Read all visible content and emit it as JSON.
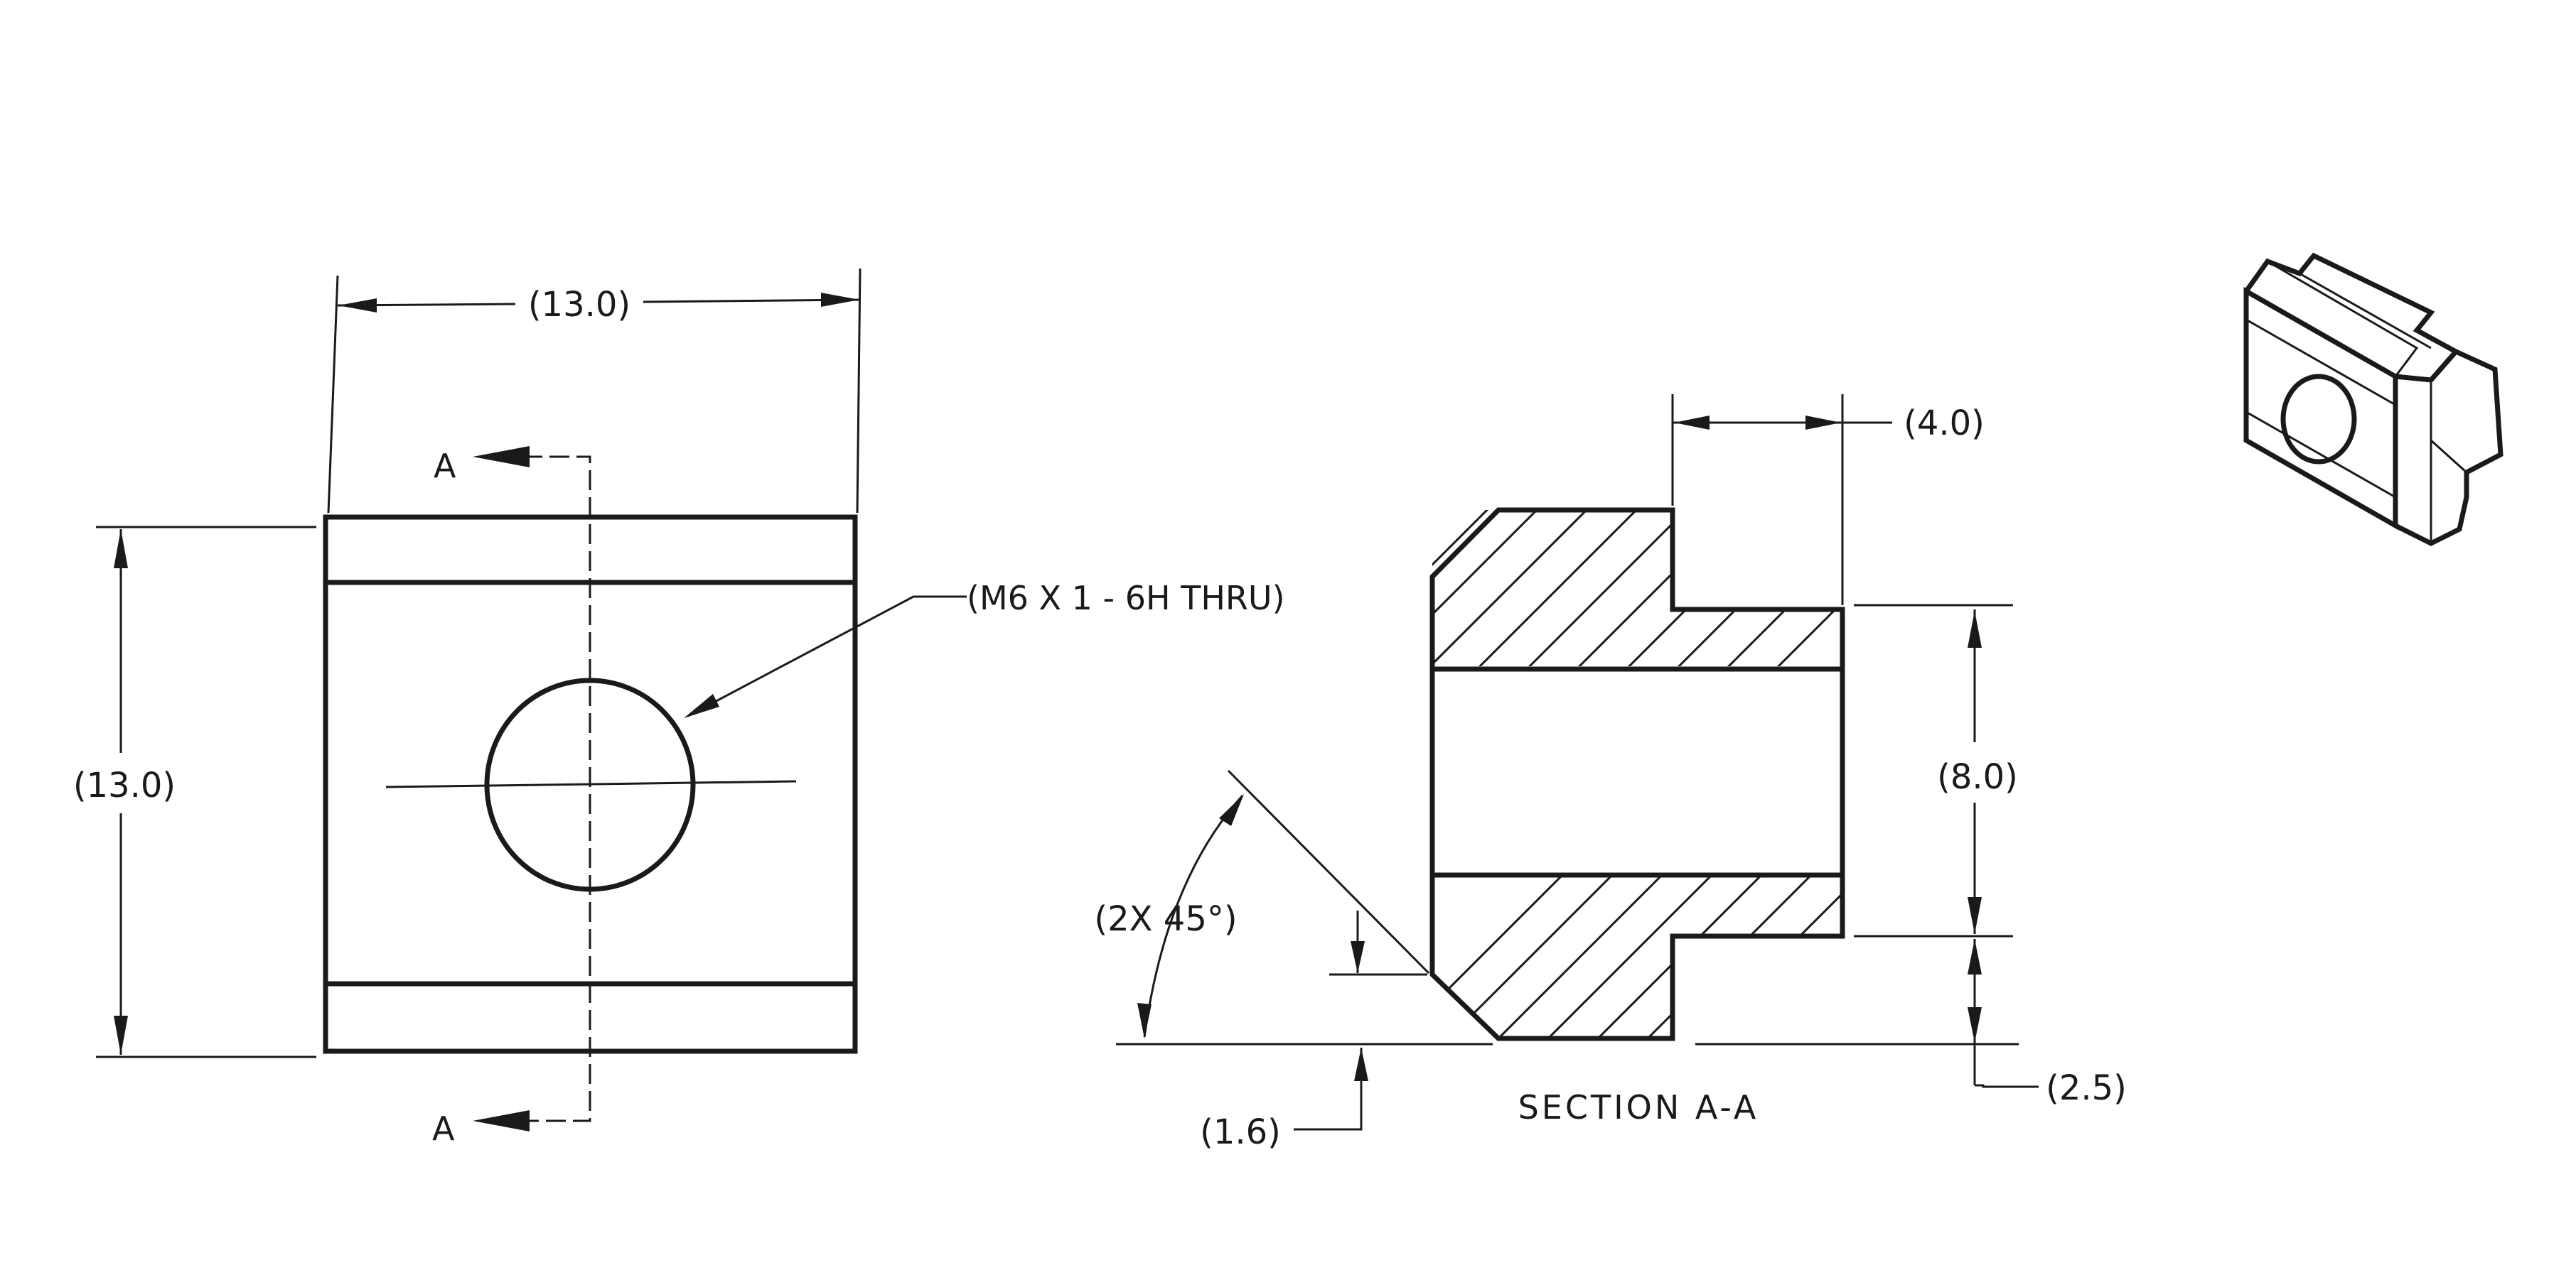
{
  "colors": {
    "ink": "#1a1a1a",
    "paper": "#ffffff"
  },
  "front_view": {
    "width_dim": "(13.0)",
    "height_dim": "(13.0)",
    "section_label_top": "A",
    "section_label_bottom": "A",
    "hole_callout": "(M6 X 1 - 6H THRU)"
  },
  "section_view": {
    "title": "SECTION A-A",
    "step_width_dim": "(4.0)",
    "bore_height_dim": "(8.0)",
    "step_height_dim": "(2.5)",
    "chamfer_dim": "(1.6)",
    "chamfer_angle": "(2X 45°)"
  },
  "isometric_view": {
    "icon": "t-nut-isometric-icon"
  }
}
